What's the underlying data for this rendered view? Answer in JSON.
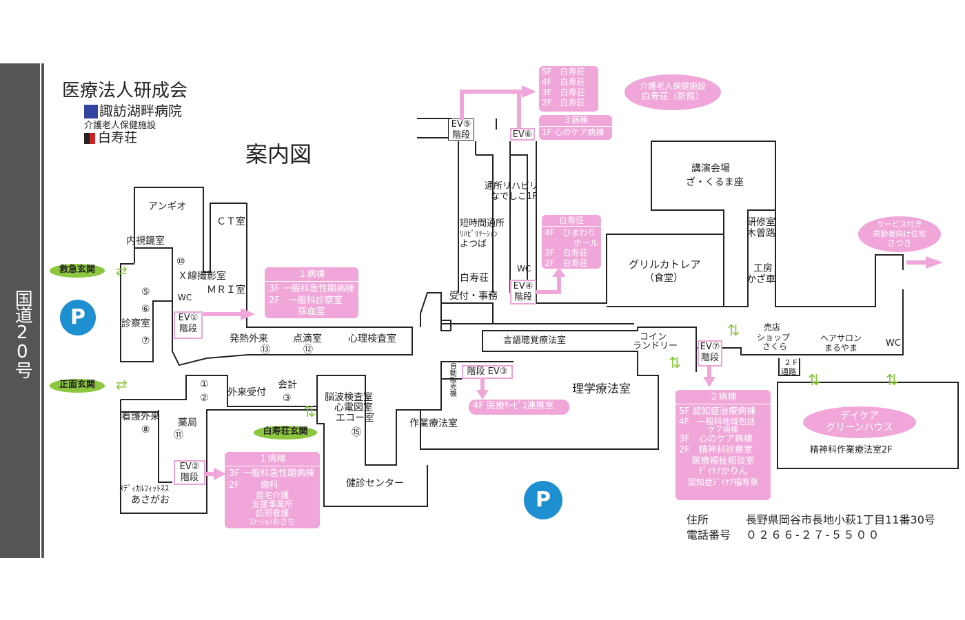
{
  "header": {
    "org": "医療法人研成会",
    "hospital": "諏訪湖畔病院",
    "facility_type": "介護老人保健施設",
    "facility": "白寿荘",
    "title": "案内図"
  },
  "road": "国道20号",
  "entrances": {
    "emergency": "救急玄関",
    "front": "正面玄関",
    "hakujuso": "白寿荘玄関"
  },
  "parking": "P",
  "rooms": {
    "angio": "アンギオ",
    "ct": "ＣＴ室",
    "endoscopy": "内視鏡室",
    "xray_num": "⑩",
    "xray": "Ｘ線撮影室",
    "mri": "ＭＲＩ室",
    "wc": "WC",
    "exam_5": "⑤",
    "exam_6": "⑥",
    "exam": "診察室",
    "exam_7": "⑦",
    "fever": "発熱外来",
    "fever_num": "⑬",
    "drip": "点滴室",
    "drip_num": "⑫",
    "psych": "心理検査室",
    "rec_1": "①",
    "rec_2": "②",
    "outpatient_reception": "外来受付",
    "accounting": "会計",
    "accounting_num": "③",
    "pharmacy": "薬局",
    "pharmacy_num": "⑪",
    "nursing": "看護外来",
    "nursing_num": "⑧",
    "fitness_1": "ﾒﾃﾞｨｶﾙﾌｨｯﾄﾈｽ",
    "fitness_2": "あさがお",
    "eeg_1": "脳波検査室",
    "eeg_2": "心電図室",
    "eeg_3": "エコー室",
    "eeg_num": "⑮",
    "health_center": "健診センター",
    "ot": "作業療法室",
    "pt": "理学療法室",
    "speech": "言語聴覚療法室",
    "coin_1": "コイン",
    "coin_2": "ランドリー",
    "vending": "自動販売機",
    "stairs_ev3": "階段 EV③",
    "shortstay_1": "短時間通所",
    "shortstay_2": "ﾘﾊﾋﾞﾘﾃｰｼｮﾝ",
    "shortstay_3": "よつば",
    "dayrehab_1": "通所リハビリ",
    "dayrehab_2": "なでしこ1F",
    "hakuju_office_1": "白寿荘",
    "hakuju_office_2": "受付・事務",
    "hall_1": "講演会場",
    "hall_2": "ざ・くるま座",
    "training_1": "研修室",
    "training_2": "木曽路",
    "kobo_1": "工房",
    "kobo_2": "かざ車",
    "grill_1": "グリルカトレア",
    "grill_2": "（食堂）",
    "shop_1": "売店",
    "shop_2": "ショップ",
    "shop_3": "さくら",
    "salon_1": "ヘアサロン",
    "salon_2": "まるやま",
    "wc2": "WC",
    "passage_1": "２Ｆ",
    "passage_2": "通路",
    "daycare_ot": "精神科作業療法室2F"
  },
  "ev": {
    "ev1_1": "EV①",
    "ev1_2": "階段",
    "ev2_1": "EV②",
    "ev2_2": "階段",
    "ev4_1": "EV④",
    "ev4_2": "階段",
    "ev5_1": "EV⑤",
    "ev5_2": "階段",
    "ev6": "EV⑥",
    "ev7_1": "EV⑦",
    "ev7_2": "階段",
    "wc_ev4": "WC"
  },
  "ward1_top": {
    "title": "１病棟",
    "r1": "3F 一般科急性期病棟",
    "r2": "2F　一般科診察室",
    "r3": "採血室"
  },
  "ward1_bottom": {
    "title": "１病棟",
    "r1": "3F 一般科急性期病棟",
    "r2": "2F　　 歯科",
    "r3": "居宅介護",
    "r4": "支援事業所",
    "r5": "訪問看護",
    "r6": "ｽﾃｰｼｮﾝおさち"
  },
  "ward3": {
    "title": "３病棟",
    "r1": "1F 心のケア病棟"
  },
  "hakuju_floors": {
    "r1": "5F　白寿荘",
    "r2": "4F　白寿荘",
    "r3": "3F　白寿荘",
    "r4": "2F　白寿荘"
  },
  "hakuju_box": {
    "title": "白寿荘",
    "r1": "4F　ひまわり",
    "r2": "ホール",
    "r3": "3F　白寿荘",
    "r4": "2F　白寿荘"
  },
  "ev3_label": "4F 医療ｻｰﾋﾞｽ連携室",
  "ward2": {
    "title": "２病棟",
    "r1": "5F 認知症治療病棟",
    "r2a": "4F　一般科地域包括",
    "r2b": "ケア病棟",
    "r3": "3F　心のケア病棟",
    "r4": "2F　精神科診察室",
    "r5": "医療福祉相談室",
    "r6": "ﾃﾞｲｹｱかりん",
    "r7": "認知症ﾃﾞｲｹｱ福寿草"
  },
  "new_building": {
    "r1": "介護老人保健施設",
    "r2": "白寿荘（新館）"
  },
  "satsuki": {
    "r1": "サービス付き",
    "r2": "高齢者向け住宅",
    "r3": "さつき"
  },
  "daycare": {
    "r1": "デイケア",
    "r2": "グリーンハウス"
  },
  "address": {
    "label": "住所",
    "value": "長野県岡谷市長地小萩1丁目11番30号",
    "phone_label": "電話番号",
    "phone": "０２６６-２７-５５００"
  },
  "colors": {
    "pink": "#f0a6d8",
    "pink_dark": "#e38ccd",
    "green": "#8dc63f",
    "blue": "#1e8fd0",
    "road": "#555555"
  }
}
